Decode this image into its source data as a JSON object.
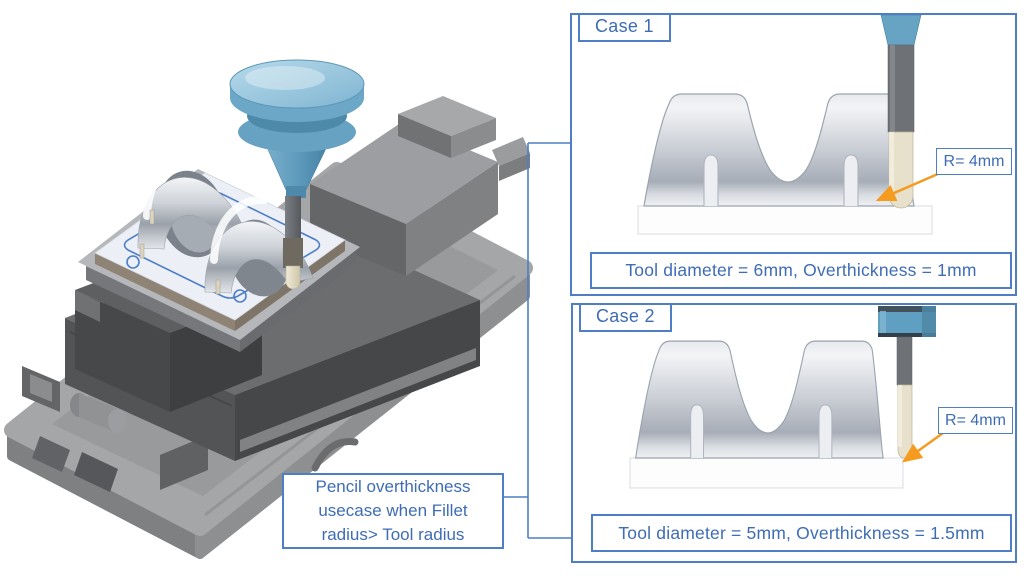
{
  "figure": {
    "note_box": {
      "text": "Pencil overthickness\nusecase when Fillet\nradius> Tool radius"
    },
    "cases": [
      {
        "label": "Case 1",
        "radius_annotation": "R= 4mm",
        "caption": "Tool diameter = 6mm, Overthickness = 1mm"
      },
      {
        "label": "Case 2",
        "radius_annotation": "R= 4mm",
        "caption": "Tool diameter = 5mm, Overthickness = 1.5mm"
      }
    ],
    "colors": {
      "accent_blue": "#4d7ec6",
      "text_blue": "#3e6cb5",
      "arrow_orange": "#f59b20",
      "tool_blue": "#67a4c4",
      "tool_tip_cream": "#e7e0ca"
    }
  }
}
